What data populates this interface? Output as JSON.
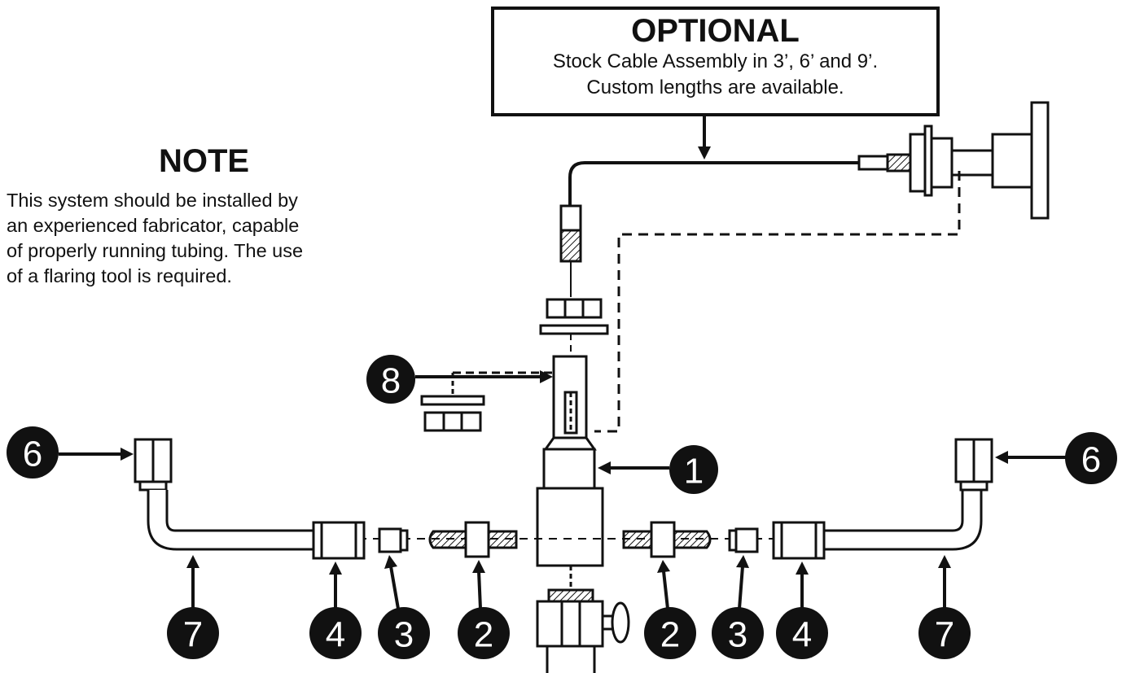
{
  "optional": {
    "title": "OPTIONAL",
    "lines": [
      "Stock Cable Assembly in 3’, 6’ and 9’.",
      "Custom lengths are available."
    ]
  },
  "note": {
    "title": "NOTE",
    "lines": [
      "This system should be installed by",
      "an experienced fabricator, capable",
      "of properly running tubing. The use",
      "of a flaring tool is required."
    ]
  },
  "callouts": {
    "c1": "1",
    "c2_left": "2",
    "c2_right": "2",
    "c3_left": "3",
    "c3_right": "3",
    "c4_left": "4",
    "c4_right": "4",
    "c6_left": "6",
    "c6_right": "6",
    "c7_left": "7",
    "c7_right": "7",
    "c8": "8"
  }
}
